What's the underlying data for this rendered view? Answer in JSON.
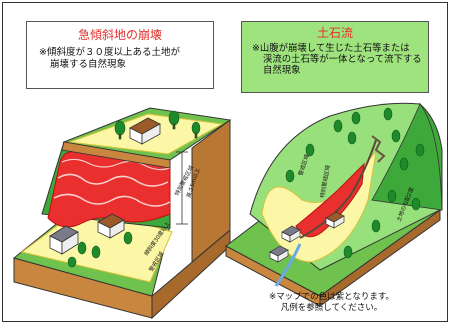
{
  "left_panel": {
    "title": "急傾斜地の崩壊",
    "description_line1": "※傾斜度が３０度以上ある土地が",
    "description_line2": "崩壊する自然現象",
    "label_special_zone": "特別警戒区域",
    "label_height": "高さ5m以上",
    "label_warning_zone": "警戒区域",
    "label_slope": "傾斜度30度以上"
  },
  "right_panel": {
    "title": "土石流",
    "description_line1": "※山腹が崩壊して生じた土石等または",
    "description_line2": "渓流の土石等が一体となって流下する",
    "description_line3": "自然現象",
    "label_warning_zone": "警戒区域",
    "label_special_zone": "特別警戒区域",
    "label_slope": "土地の勾配2度"
  },
  "footnote": {
    "line1": "※マップでの色は紫となります。",
    "line2": "凡例を参照してください。"
  },
  "colors": {
    "title_red": "#e2312b",
    "green_box": "#9fe37e",
    "warning_yellow": "#fbf7a6",
    "danger_red": "#ea2f2f",
    "soil": "#c9863e",
    "grass": "#6fc24e",
    "slope_green": "#3ea83a",
    "mountain_green": "#98e07c"
  }
}
